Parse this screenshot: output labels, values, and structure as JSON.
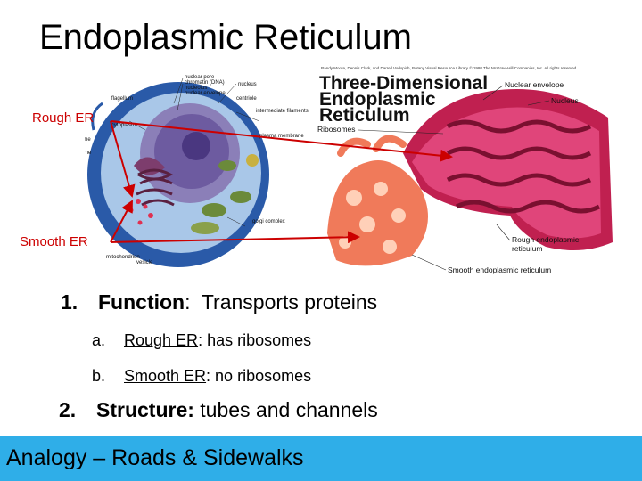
{
  "slide": {
    "title": "Endoplasmic Reticulum",
    "labels": {
      "rough": "Rough ER",
      "smooth": "Smooth ER"
    },
    "cell_figure": {
      "labels": [
        "nuclear pore",
        "chromatin (DNA)",
        "nucleolus",
        "nuclear envelope",
        "nucleus",
        "flagellum",
        "centriole",
        "cytoplasm",
        "intermediate filaments",
        "ribosome",
        "plasma membrane",
        "lysosome",
        "golgi complex",
        "vesicle",
        "mitochondrion"
      ]
    },
    "er_figure": {
      "credit": "Randy Moore, Dennis Clark, and Darrell Vodopich, Botany Visual Resource Library © 1998 The McGraw-Hill Companies, Inc. All rights reserved.",
      "heading": [
        "Three-Dimensional",
        "Endoplasmic",
        "Reticulum"
      ],
      "labels": {
        "nuclear_envelope": "Nuclear envelope",
        "nucleus": "Nucleus",
        "ribosomes": "Ribosomes",
        "rough_er": [
          "Rough endoplasmic",
          "reticulum"
        ],
        "smooth_er": "Smooth endoplasmic reticulum"
      }
    },
    "bullets": [
      {
        "number": "1.",
        "heading": "Function",
        "separator": ":",
        "text": "  Transports proteins",
        "subs": [
          {
            "letter": "a.",
            "term": "Rough ER",
            "text": ": has ribosomes"
          },
          {
            "letter": "b.",
            "term": "Smooth ER",
            "text": ": no ribosomes"
          }
        ]
      },
      {
        "number": "2.",
        "heading": "Structure:",
        "text": " tubes and channels"
      }
    ],
    "footer": "Analogy – Roads & Sidewalks"
  },
  "colors": {
    "arrow": "#cc0000",
    "label": "#cc0000",
    "footer_bar": "#2faee8"
  }
}
